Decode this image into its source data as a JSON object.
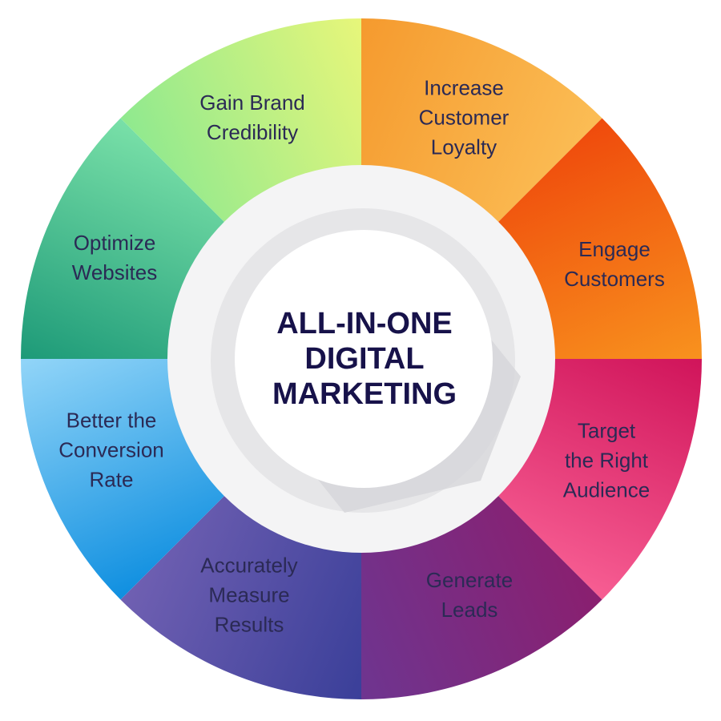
{
  "title": "ALL-IN-ONE\nDIGITAL\nMARKETING",
  "segments": [
    {
      "label": "Increase\nCustomer\nLoyalty",
      "colors": [
        "#f59a2e",
        "#fbbd55"
      ]
    },
    {
      "label": "Engage\nCustomers",
      "colors": [
        "#ef4a0c",
        "#f8921e"
      ]
    },
    {
      "label": "Target\nthe Right\nAudience",
      "colors": [
        "#d0145a",
        "#f75e93"
      ]
    },
    {
      "label": "Generate\nLeads",
      "colors": [
        "#8a1f6f",
        "#6e3590"
      ]
    },
    {
      "label": "Accurately\nMeasure\nResults",
      "colors": [
        "#3a3f99",
        "#7060b2"
      ]
    },
    {
      "label": "Better the\nConversion\nRate",
      "colors": [
        "#0f8fe0",
        "#92d5f8"
      ]
    },
    {
      "label": "Optimize\nWebsites",
      "colors": [
        "#1d9a78",
        "#79e0a8"
      ]
    },
    {
      "label": "Gain Brand\nCredibility",
      "colors": [
        "#8fe98f",
        "#e7f67a"
      ]
    }
  ]
}
